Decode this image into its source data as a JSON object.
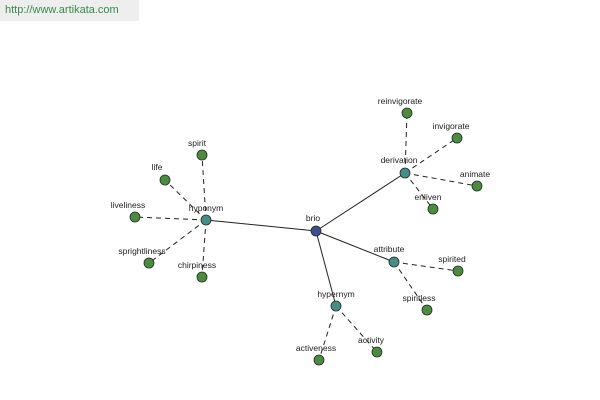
{
  "header": {
    "site_url": "http://www.artikata.com"
  },
  "graph": {
    "root": "brio",
    "nodes": [
      {
        "id": "brio",
        "label": "brio",
        "kind": "root"
      },
      {
        "id": "hyponym",
        "label": "hyponym",
        "kind": "relation"
      },
      {
        "id": "derivation",
        "label": "derivation",
        "kind": "relation"
      },
      {
        "id": "attribute",
        "label": "attribute",
        "kind": "relation"
      },
      {
        "id": "hypernym",
        "label": "hypernym",
        "kind": "relation"
      },
      {
        "id": "spirit",
        "label": "spirit",
        "kind": "word"
      },
      {
        "id": "life",
        "label": "life",
        "kind": "word"
      },
      {
        "id": "liveliness",
        "label": "liveliness",
        "kind": "word"
      },
      {
        "id": "sprightliness",
        "label": "sprightliness",
        "kind": "word"
      },
      {
        "id": "chirpiness",
        "label": "chirpiness",
        "kind": "word"
      },
      {
        "id": "reinvigorate",
        "label": "reinvigorate",
        "kind": "word"
      },
      {
        "id": "invigorate",
        "label": "invigorate",
        "kind": "word"
      },
      {
        "id": "animate",
        "label": "animate",
        "kind": "word"
      },
      {
        "id": "enliven",
        "label": "enliven",
        "kind": "word"
      },
      {
        "id": "spirited",
        "label": "spirited",
        "kind": "word"
      },
      {
        "id": "spiritless",
        "label": "spiritless",
        "kind": "word"
      },
      {
        "id": "activeness",
        "label": "activeness",
        "kind": "word"
      },
      {
        "id": "activity",
        "label": "activity",
        "kind": "word"
      }
    ],
    "edges": [
      {
        "from": "brio",
        "to": "hyponym",
        "style": "solid"
      },
      {
        "from": "brio",
        "to": "derivation",
        "style": "solid"
      },
      {
        "from": "brio",
        "to": "attribute",
        "style": "solid"
      },
      {
        "from": "brio",
        "to": "hypernym",
        "style": "solid"
      },
      {
        "from": "hyponym",
        "to": "spirit",
        "style": "dashed"
      },
      {
        "from": "hyponym",
        "to": "life",
        "style": "dashed"
      },
      {
        "from": "hyponym",
        "to": "liveliness",
        "style": "dashed"
      },
      {
        "from": "hyponym",
        "to": "sprightliness",
        "style": "dashed"
      },
      {
        "from": "hyponym",
        "to": "chirpiness",
        "style": "dashed"
      },
      {
        "from": "derivation",
        "to": "reinvigorate",
        "style": "dashed"
      },
      {
        "from": "derivation",
        "to": "invigorate",
        "style": "dashed"
      },
      {
        "from": "derivation",
        "to": "animate",
        "style": "dashed"
      },
      {
        "from": "derivation",
        "to": "enliven",
        "style": "dashed"
      },
      {
        "from": "attribute",
        "to": "spirited",
        "style": "dashed"
      },
      {
        "from": "attribute",
        "to": "spiritless",
        "style": "dashed"
      },
      {
        "from": "hypernym",
        "to": "activeness",
        "style": "dashed"
      },
      {
        "from": "hypernym",
        "to": "activity",
        "style": "dashed"
      }
    ]
  },
  "colors": {
    "root_node": "#3d4f8f",
    "relation_node": "#4a8a8a",
    "word_node": "#4f8a42",
    "edge": "#222222",
    "link_text": "#3a8a4a"
  }
}
